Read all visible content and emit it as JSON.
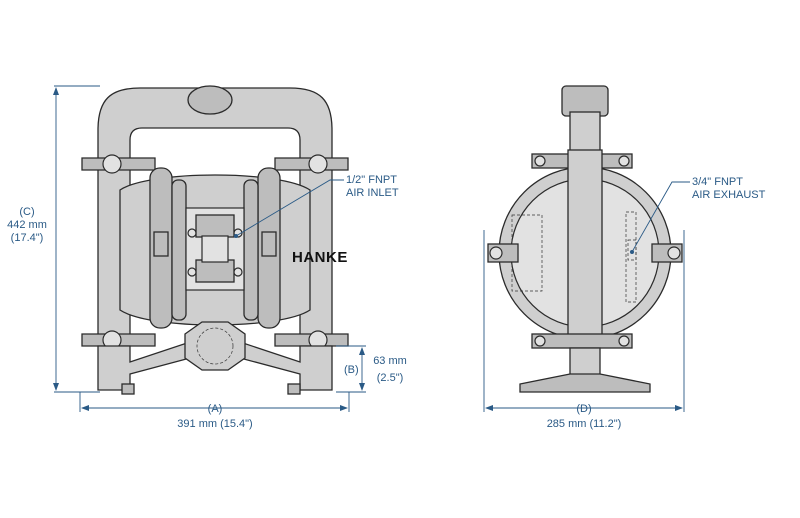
{
  "brand": "HANKE",
  "dimensions": {
    "A": {
      "letter": "(A)",
      "value": "391 mm (15.4\")"
    },
    "B": {
      "letter": "(B)",
      "value_mm": "63 mm",
      "value_in": "(2.5\")"
    },
    "C": {
      "letter": "(C)",
      "value_mm": "442 mm",
      "value_in": "(17.4\")"
    },
    "D": {
      "letter": "(D)",
      "value": "285 mm (11.2\")"
    }
  },
  "callouts": {
    "air_inlet": {
      "line1": "1/2\" FNPT",
      "line2": "AIR INLET"
    },
    "air_exhaust": {
      "line1": "3/4\" FNPT",
      "line2": "AIR EXHAUST"
    }
  },
  "colors": {
    "dimension": "#2a5a86",
    "body": "#cfcfcf",
    "outline": "#2b2b2b"
  }
}
